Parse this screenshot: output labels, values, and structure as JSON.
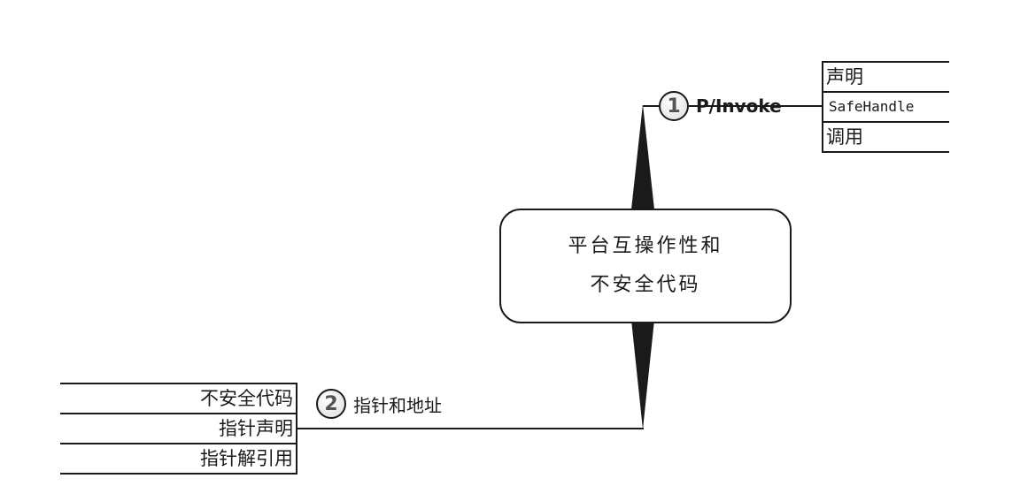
{
  "center": {
    "line1": "平台互操作性和",
    "line2": "不安全代码"
  },
  "branches": [
    {
      "number": "1",
      "title": "P/Invoke",
      "items": [
        "声明",
        "SafeHandle",
        "调用"
      ]
    },
    {
      "number": "2",
      "title": "指针和地址",
      "items": [
        "不安全代码",
        "指针声明",
        "指针解引用"
      ]
    }
  ],
  "colors": {
    "stroke": "#1a1a1a",
    "badge_text": "#555555"
  }
}
